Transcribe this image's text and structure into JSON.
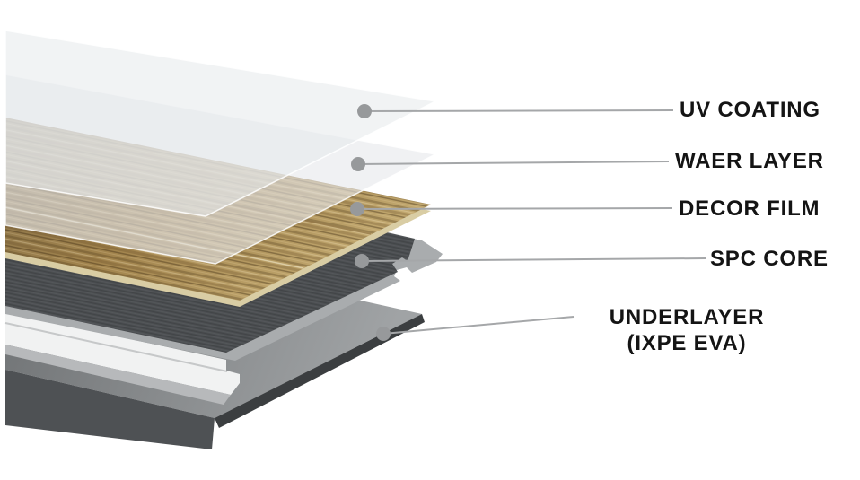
{
  "callouts": {
    "uv": {
      "label": "UV COATING"
    },
    "wear": {
      "label": "WAER LAYER"
    },
    "decor": {
      "label": "DECOR FILM"
    },
    "spc": {
      "label": "SPC CORE"
    },
    "underlayer": {
      "label": "UNDERLAYER",
      "sublabel": "(IXPE EVA)"
    }
  },
  "layer_order": [
    "UV COATING",
    "WAER LAYER",
    "DECOR FILM",
    "SPC CORE",
    "UNDERLAYER (IXPE EVA)"
  ],
  "colors": {
    "background": "#ffffff",
    "sheet": "#e6e9eb",
    "wood_edge": "#d9cda4",
    "wood_top": "#84704a",
    "wood_mid": "#a1834c",
    "wood_tip": "#c4ab72",
    "spc_dark": "#4b4e51",
    "spc_bevel": "#a9acae",
    "strip": "#f1f2f2",
    "strip_shadow": "#b7b9bb",
    "under_top_left": "#6d7072",
    "under_top_tip": "#a0a3a5",
    "under_front": "#4e5154",
    "under_side": "#3b3e40",
    "dot": "#97999b",
    "line": "#a5a7a9"
  }
}
